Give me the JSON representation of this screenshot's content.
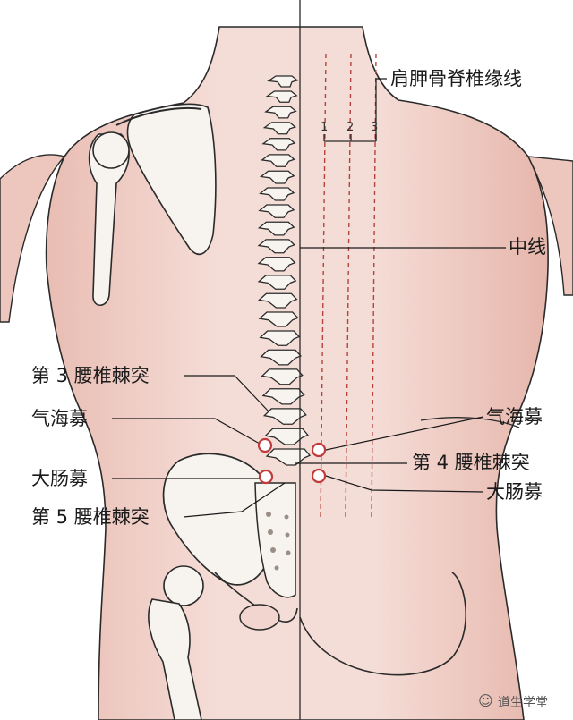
{
  "labels": {
    "scapula_spine_line": "肩胛骨脊椎缘线",
    "midline": "中线",
    "l3_process": "第 3 腰椎棘突",
    "qihaishu_left": "气海募",
    "dachangshu_left": "大肠募",
    "l5_process": "第 5 腰椎棘突",
    "qihaishu_right": "气海募",
    "l4_process": "第 4 腰椎棘突",
    "dachangshu_right": "大肠募"
  },
  "line_numbers": [
    "1",
    "2",
    "3"
  ],
  "watermark": "道生学堂",
  "colors": {
    "skin": "#f2d5cf",
    "skin_shade": "#d9a59b",
    "bone": "#f7f4ef",
    "outline": "#2a2a2a",
    "guide_line": "#b5433b",
    "point_fill": "#ffffff",
    "point_ring": "#c23a3a"
  }
}
